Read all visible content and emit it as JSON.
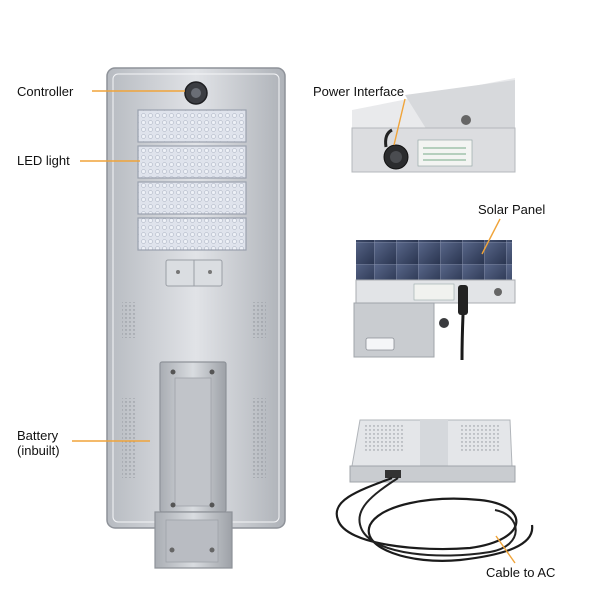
{
  "labels": {
    "controller": "Controller",
    "led_light": "LED light",
    "battery_line1": "Battery",
    "battery_line2": "(inbuilt)",
    "power_interface": "Power Interface",
    "solar_panel": "Solar Panel",
    "cable_to_ac": "Cable to AC"
  },
  "colors": {
    "callout_line": "#f0a43a",
    "housing": "#c9ccd1",
    "housing_edge": "#8e9299",
    "led_module": "#d7dbe4",
    "panel_blue": "#334466"
  }
}
